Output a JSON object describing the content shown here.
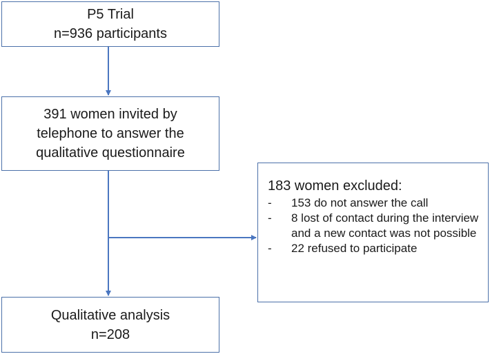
{
  "boxes": {
    "trial": {
      "line1": "P5 Trial",
      "line2": "n=936 participants"
    },
    "invited": {
      "line1": "391 women invited by",
      "line2": "telephone to answer the",
      "line3": "qualitative questionnaire"
    },
    "excluded": {
      "title": "183 women excluded:",
      "items": [
        "153 do not answer the call",
        "8 lost of contact during the interview and a new contact was not possible",
        "22 refused to participate"
      ]
    },
    "analysis": {
      "line1": "Qualitative analysis",
      "line2": "n=208"
    }
  },
  "colors": {
    "line": "#4a76c0",
    "border": "#4a6fa8"
  }
}
